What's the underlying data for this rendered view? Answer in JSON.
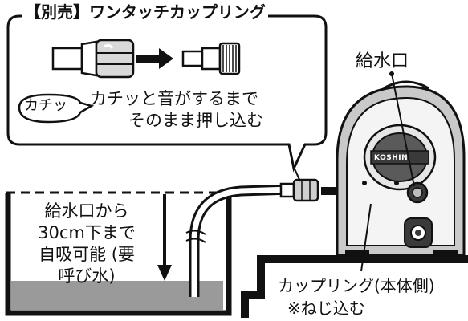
{
  "callout": {
    "title": "【別売】ワンタッチカップリング",
    "bubble": "カチッ",
    "instruction_line1": "カチッと音がするまで",
    "instruction_line2": "そのまま押し込む"
  },
  "labels": {
    "water_inlet": "給水口",
    "suction_lines": "給水口から 30cm下まで 自吸可能 (要 呼び水)",
    "coupling_line1": "カップリング(本体側)",
    "coupling_line2": "※ねじ込む"
  },
  "device": {
    "brand": "KOSHIN"
  },
  "colors": {
    "ink": "#111111",
    "water": "#9a9a9a",
    "device_gray": "#bdbdbd",
    "device_dark": "#3a3a3a"
  }
}
